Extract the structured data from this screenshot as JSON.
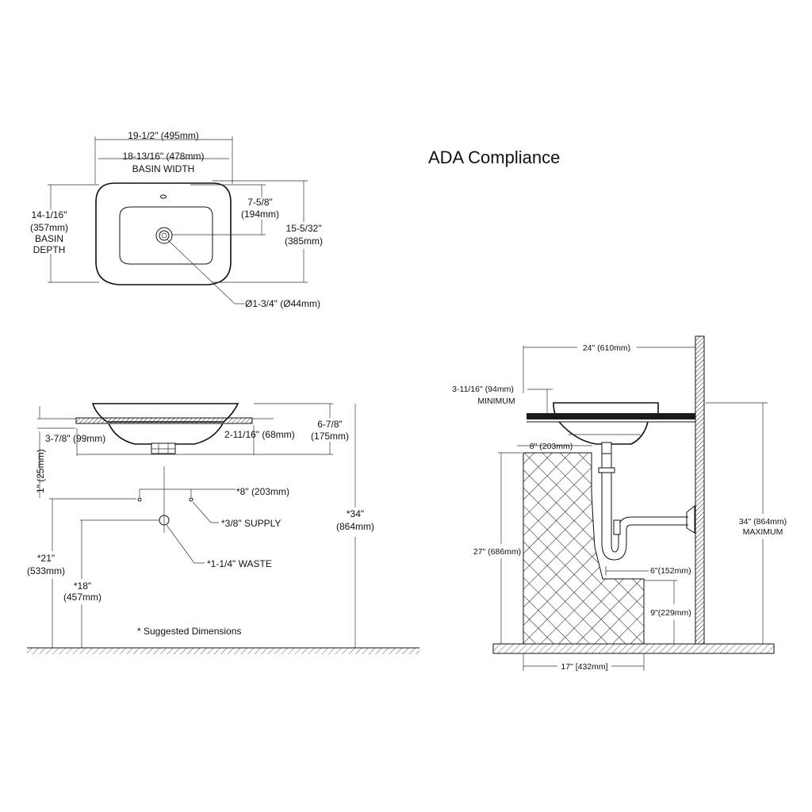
{
  "title": "ADA Compliance",
  "top_view": {
    "overall_width": "19-1/2\" (495mm)",
    "basin_width_value": "18-13/16\" (478mm)",
    "basin_width_label": "BASIN WIDTH",
    "basin_depth_in": "14-1/16\"",
    "basin_depth_mm": "(357mm)",
    "basin_depth_label_1": "BASIN",
    "basin_depth_label_2": "DEPTH",
    "drain_offset_in": "7-5/8\"",
    "drain_offset_mm": "(194mm)",
    "overall_depth_in": "15-5/32\"",
    "overall_depth_mm": "(385mm)",
    "drain_diameter": "Ø1-3/4\" (Ø44mm)"
  },
  "side_view": {
    "above_counter": "3-7/8\" (99mm)",
    "below_counter": "2-11/16\" (68mm)",
    "total_height_in": "6-7/8\"",
    "total_height_mm": "(175mm)",
    "drain_drop": "1\" (25mm)",
    "supply_spacing": "*8\" (203mm)",
    "supply_label": "*3/8\" SUPPLY",
    "waste_label": "*1-1/4\" WASTE",
    "supply_height_in": "*21\"",
    "supply_height_mm": "(533mm)",
    "waste_height_in": "*18\"",
    "waste_height_mm": "(457mm)",
    "counter_height_in": "*34\"",
    "counter_height_mm": "(864mm)",
    "note": "* Suggested Dimensions"
  },
  "ada_view": {
    "reach": "24\" (610mm)",
    "rim_min_value": "3-11/16\" (94mm)",
    "rim_min_label": "MINIMUM",
    "toe_depth": "8\" (203mm)",
    "knee_height": "27\" (686mm)",
    "max_height_value": "34\" (864mm)",
    "max_height_label": "MAXIMUM",
    "toe_clearance_depth": "6\"(152mm)",
    "toe_clearance_height": "9\"(229mm)",
    "knee_depth": "17\" [432mm]"
  }
}
